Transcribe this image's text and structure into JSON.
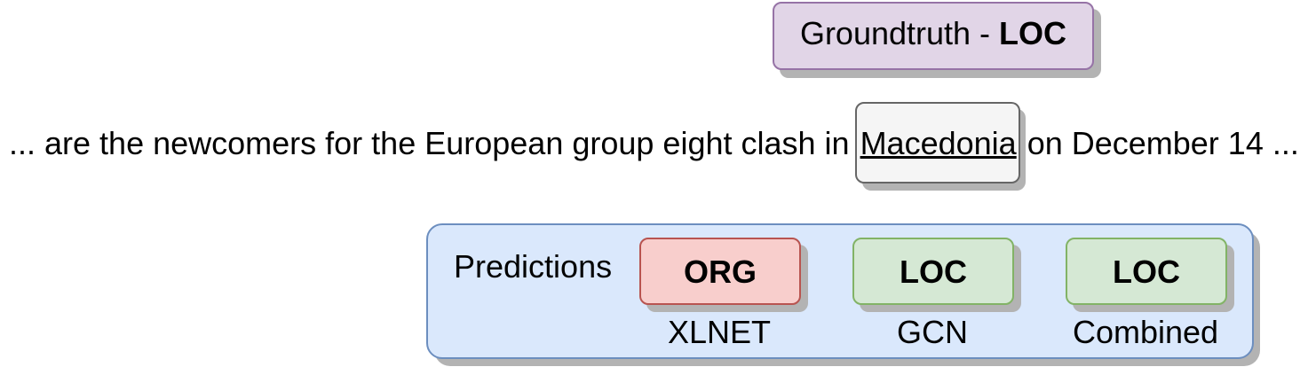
{
  "groundtruth": {
    "prefix": "Groundtruth - ",
    "label": "LOC"
  },
  "sentence": {
    "before": "... are the newcomers for the European group eight clash in ",
    "target": "Macedonia",
    "after": " on December 14 ..."
  },
  "predictions": {
    "title": "Predictions",
    "items": [
      {
        "label": "ORG",
        "model": "XLNET",
        "color": "#f8cecc"
      },
      {
        "label": "LOC",
        "model": "GCN",
        "color": "#d5e8d4"
      },
      {
        "label": "LOC",
        "model": "Combined",
        "color": "#d5e8d4"
      }
    ]
  }
}
